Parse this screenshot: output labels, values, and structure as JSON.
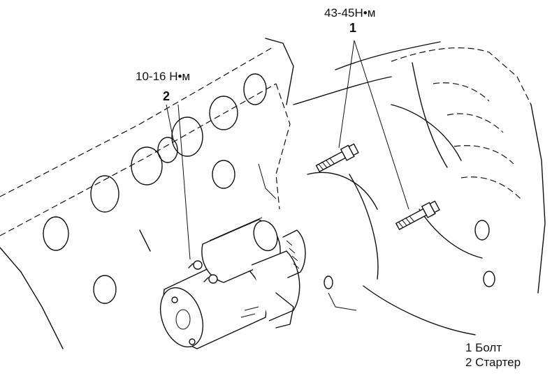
{
  "callouts": [
    {
      "id": "1",
      "number": "1",
      "torque": "43-45Н•м"
    },
    {
      "id": "2",
      "number": "2",
      "torque": "10-16 Н•м"
    }
  ],
  "legend": [
    {
      "number": "1",
      "text": "1 Болт"
    },
    {
      "number": "2",
      "text": "2 Стартер"
    }
  ],
  "colors": {
    "line": "#111111",
    "background": "#ffffff"
  }
}
